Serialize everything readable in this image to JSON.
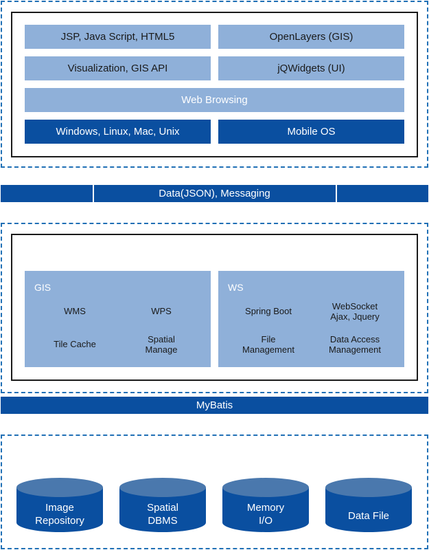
{
  "client": {
    "row1": [
      "JSP, Java Script, HTML5",
      "OpenLayers (GIS)"
    ],
    "row2": [
      "Visualization, GIS API",
      "jQWidgets (UI)"
    ],
    "web": "Web Browsing",
    "os": [
      "Windows, Linux, Mac, Unix",
      "Mobile OS"
    ]
  },
  "data_bar": "Data(JSON), Messaging",
  "server": {
    "gis": {
      "title": "GIS",
      "items": [
        "WMS",
        "WPS",
        "Tile Cache",
        "Spatial\nManage"
      ]
    },
    "ws": {
      "title": "WS",
      "items": [
        "Spring Boot",
        "WebSocket\nAjax, Jquery",
        "File\nManagement",
        "Data Access\nManagement"
      ]
    }
  },
  "mybatis": "MyBatis",
  "storage": [
    "Image\nRepository",
    "Spatial\nDBMS",
    "Memory\nI/O",
    "Data File"
  ],
  "colors": {
    "dark": "#0a4fa0",
    "light": "#8fb0d9",
    "cyl_top": "#4a78ad",
    "dashed": "#1f6fb5"
  }
}
